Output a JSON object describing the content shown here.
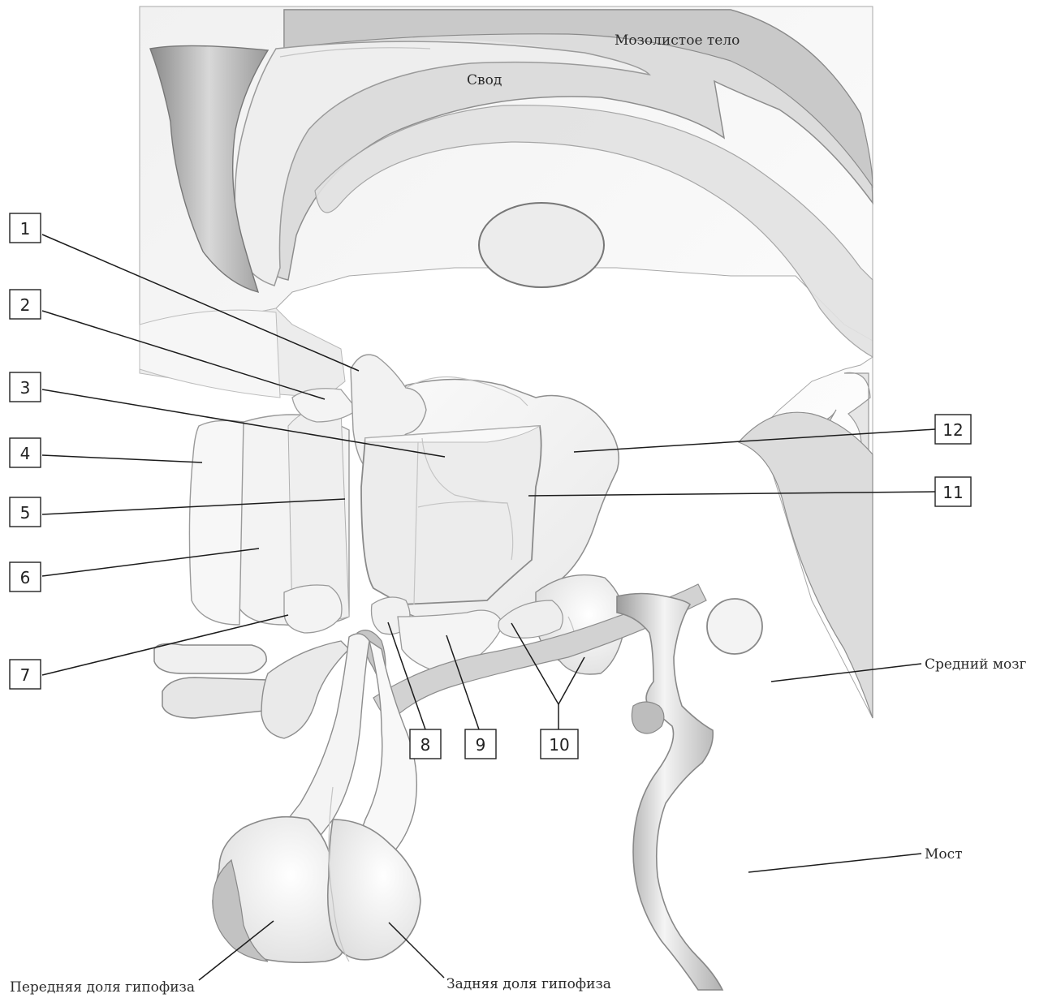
{
  "labels": {
    "corpus_callosum": "Мозолистое тело",
    "fornix": "Свод",
    "midbrain": "Средний мозг",
    "pons": "Мост",
    "anterior_pituitary": "Передняя доля гипофиза",
    "posterior_pituitary": "Задняя доля гипофиза"
  },
  "numbered_markers": [
    "1",
    "2",
    "3",
    "4",
    "5",
    "6",
    "7",
    "8",
    "9",
    "10",
    "11",
    "12"
  ]
}
